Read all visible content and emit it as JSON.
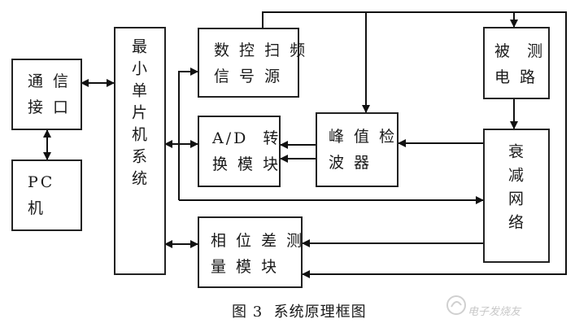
{
  "blocks": {
    "comm": [
      "通 信",
      "接 口"
    ],
    "pc": [
      "PC",
      "机"
    ],
    "mcu": "最小单片机系统",
    "dds": [
      "数 控 扫 频",
      "信 号 源"
    ],
    "adc": [
      "A/D  转",
      "换 模 块"
    ],
    "peak": [
      "峰 值 检",
      "波 器"
    ],
    "phase": [
      "相 位 差 测",
      "量 模 块"
    ],
    "dut": [
      "被  测",
      "电 路"
    ],
    "atten": "衰减网络"
  },
  "caption": "图 3  系统原理框图",
  "watermark": "电子发烧友"
}
